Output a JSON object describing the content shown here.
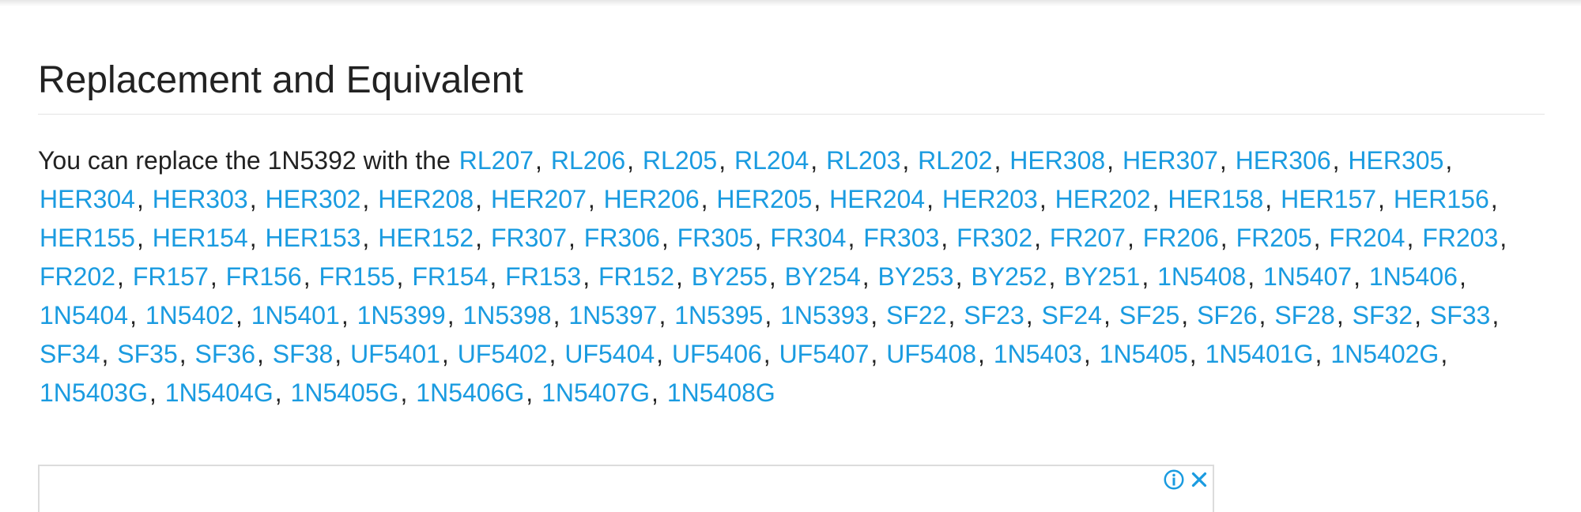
{
  "section": {
    "title": "Replacement and Equivalent",
    "intro": "You can replace the 1N5392 with the ",
    "separator": ", "
  },
  "replacements": [
    "RL207",
    "RL206",
    "RL205",
    "RL204",
    "RL203",
    "RL202",
    "HER308",
    "HER307",
    "HER306",
    "HER305",
    "HER304",
    "HER303",
    "HER302",
    "HER208",
    "HER207",
    "HER206",
    "HER205",
    "HER204",
    "HER203",
    "HER202",
    "HER158",
    "HER157",
    "HER156",
    "HER155",
    "HER154",
    "HER153",
    "HER152",
    "FR307",
    "FR306",
    "FR305",
    "FR304",
    "FR303",
    "FR302",
    "FR207",
    "FR206",
    "FR205",
    "FR204",
    "FR203",
    "FR202",
    "FR157",
    "FR156",
    "FR155",
    "FR154",
    "FR153",
    "FR152",
    "BY255",
    "BY254",
    "BY253",
    "BY252",
    "BY251",
    "1N5408",
    "1N5407",
    "1N5406",
    "1N5404",
    "1N5402",
    "1N5401",
    "1N5399",
    "1N5398",
    "1N5397",
    "1N5395",
    "1N5393",
    "SF22",
    "SF23",
    "SF24",
    "SF25",
    "SF26",
    "SF28",
    "SF32",
    "SF33",
    "SF34",
    "SF35",
    "SF36",
    "SF38",
    "UF5401",
    "UF5402",
    "UF5404",
    "UF5406",
    "UF5407",
    "UF5408",
    "1N5403",
    "1N5405",
    "1N5401G",
    "1N5402G",
    "1N5403G",
    "1N5404G",
    "1N5405G",
    "1N5406G",
    "1N5407G",
    "1N5408G"
  ],
  "ad": {
    "info_icon": "info-icon",
    "close_icon": "close-icon",
    "icon_color": "#1a9be0"
  },
  "colors": {
    "link": "#1a9be0",
    "text": "#222222"
  }
}
